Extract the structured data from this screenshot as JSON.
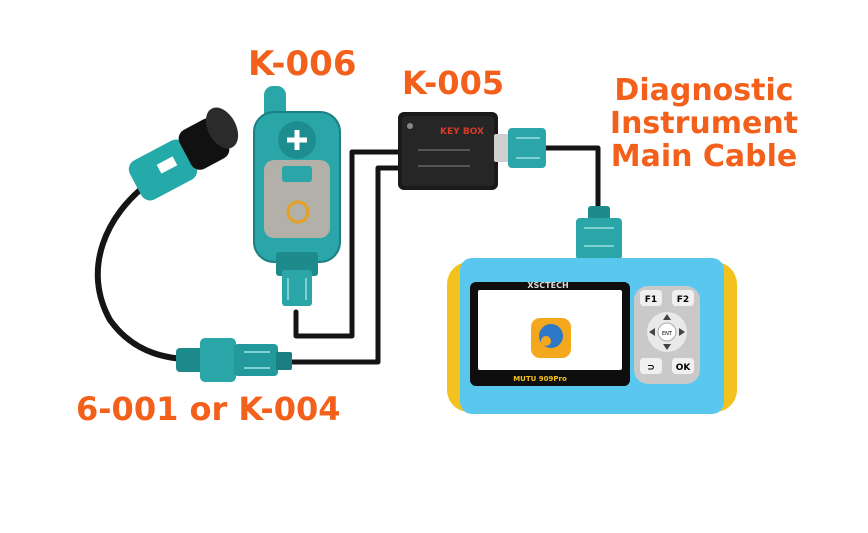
{
  "labels": {
    "k006": "K-006",
    "k005": "K-005",
    "diagnostic": [
      "Diagnostic",
      "Instrument",
      "Main Cable"
    ],
    "bottom": "6-001 or K-004"
  },
  "device_text": {
    "keybox": "KEY BOX",
    "brand": "XSCTECH",
    "model": "MUTU 909Pro",
    "f1": "F1",
    "f2": "F2",
    "ok": "OK",
    "back": "⊃",
    "ent": "ENT"
  },
  "colors": {
    "label_orange": "#f2601c",
    "teal": "#2aa5a8",
    "teal_dark": "#1d7f83",
    "device_blue": "#5ac8ee",
    "bumper_yellow": "#f4c21e",
    "cable": "#1a1a1a"
  }
}
